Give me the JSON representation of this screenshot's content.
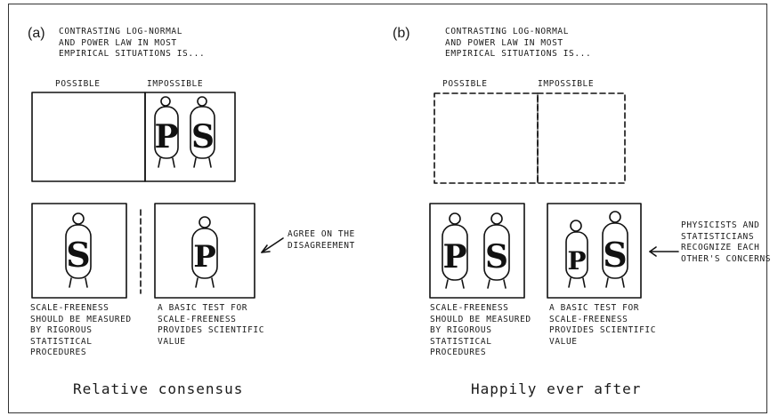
{
  "panel_a": {
    "label": "(a)",
    "heading": "CONTRASTING LOG-NORMAL\nAND POWER LAW IN MOST\nEMPIRICAL SITUATIONS IS...",
    "possible": "POSSIBLE",
    "impossible": "IMPOSSIBLE",
    "caption_left": "SCALE-FREENESS\nSHOULD BE MEASURED\nBY RIGOROUS\nSTATISTICAL\nPROCEDURES",
    "caption_right": "A BASIC TEST FOR\nSCALE-FREENESS\nPROVIDES SCIENTIFIC\nVALUE",
    "annotation": "AGREE ON THE\nDISAGREEMENT",
    "footer": "Relative consensus"
  },
  "panel_b": {
    "label": "(b)",
    "heading": "CONTRASTING LOG-NORMAL\nAND POWER LAW IN MOST\nEMPIRICAL SITUATIONS IS...",
    "possible": "POSSIBLE",
    "impossible": "IMPOSSIBLE",
    "caption_left": "SCALE-FREENESS\nSHOULD BE MEASURED\nBY RIGOROUS\nSTATISTICAL\nPROCEDURES",
    "caption_right": "A BASIC TEST FOR\nSCALE-FREENESS\nPROVIDES SCIENTIFIC\nVALUE",
    "annotation": "PHYSICISTS AND\nSTATISTICIANS\nRECOGNIZE EACH\nOTHER'S CONCERNS",
    "footer": "Happily ever after"
  },
  "figures": {
    "p_letter": "P",
    "s_letter": "S"
  }
}
